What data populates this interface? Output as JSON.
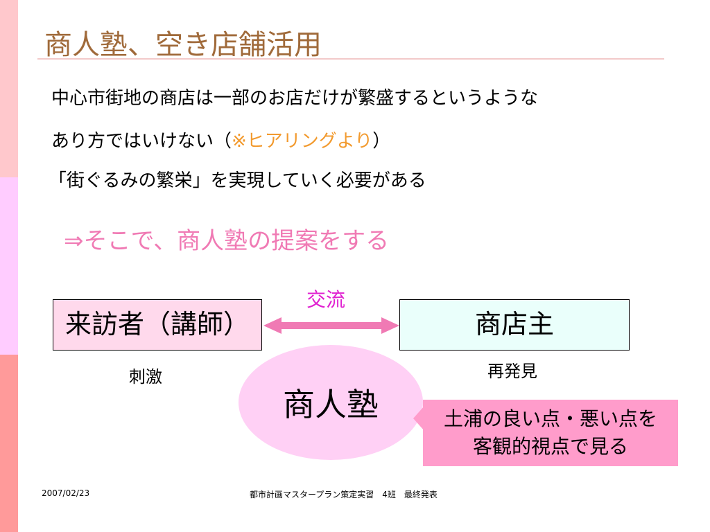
{
  "slide": {
    "title": "商人塾、空き店舗活用",
    "body": {
      "line1": "中心市街地の商店は一部のお店だけが繁盛するというような",
      "line2_prefix": "あり方ではいけない（",
      "line2_highlight": "※ヒアリングより",
      "line2_suffix": "）",
      "line3": "「街ぐるみの繁栄」を実現していく必要がある"
    },
    "proposal": "⇒そこで、商人塾の提案をする",
    "diagram": {
      "exchange_label": "交流",
      "visitor_box": "来訪者（講師）",
      "shop_owner_box": "商店主",
      "stimulus_label": "刺激",
      "rediscovery_label": "再発見",
      "center_oval": "商人塾",
      "callout_line1": "土浦の良い点・悪い点を",
      "callout_line2": "客観的視点で見る"
    },
    "footer": {
      "date": "2007/02/23",
      "center": "都市計画マスタープラン策定実習　4班　最終発表"
    },
    "colors": {
      "title": "#a06a3a",
      "highlight": "#f29a2e",
      "proposal": "#f07ab4",
      "exchange": "#e020d0",
      "arrow": "#f07ab4",
      "visitor_box_bg": "#ffd9ec",
      "shop_box_bg": "#eafffb",
      "oval_bg": "#ffd0f5",
      "callout_bg": "#ff9ccb"
    }
  }
}
